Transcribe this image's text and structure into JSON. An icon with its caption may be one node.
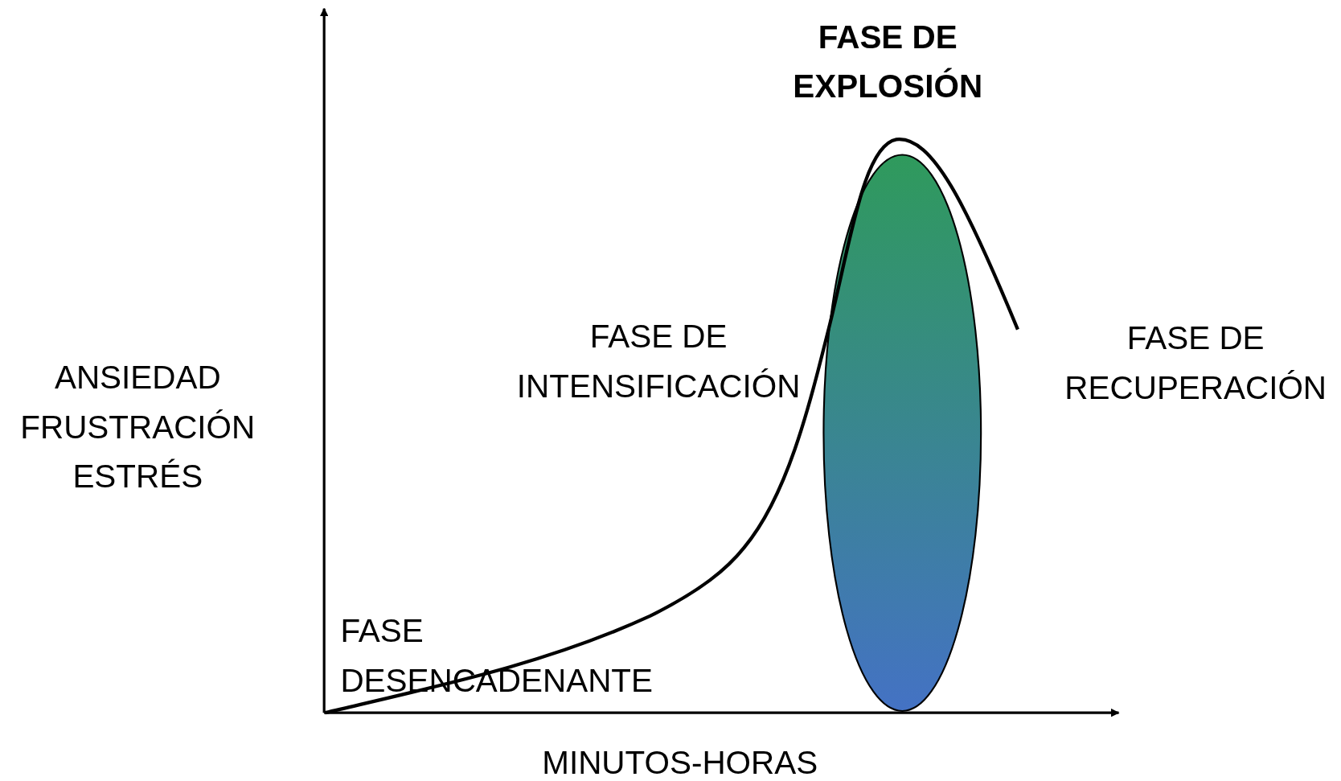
{
  "diagram": {
    "nodes": [
      {
        "text": [],
        "shape": "ellipse"
      }
    ],
    "labels": [
      "FASE DE EXPLOSIÓN",
      "FASE DE INTENSIFICACIÓN",
      "FASE DE RECUPERACIÓN",
      "ANSIEDAD FRUSTRACIÓN ESTRÉS",
      "FASE DESENCADENANTE",
      "MINUTOS-HORAS"
    ]
  }
}
